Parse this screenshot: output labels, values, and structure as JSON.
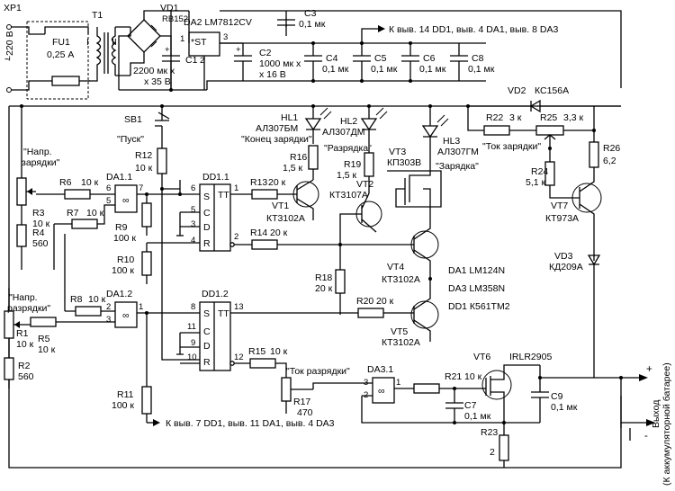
{
  "mains": {
    "connector": "XP1",
    "voltage": "~220 В"
  },
  "fuse": {
    "ref": "FU1",
    "value": "0,25 А"
  },
  "transformer": {
    "ref": "T1",
    "primary": "I",
    "secondary": "II"
  },
  "bridge": {
    "ref": "VD1",
    "part": "RB152"
  },
  "c1": {
    "ref": "C1",
    "v1": "2200 мк х",
    "v2": "х 35 В"
  },
  "regulator": {
    "ref": "DA2 LM7812CV",
    "pin1": "1",
    "pin2": "2",
    "pin3": "3",
    "label": "*ST"
  },
  "c2": {
    "ref": "C2",
    "v1": "1000 мк х",
    "v2": "х 16 В"
  },
  "c3": {
    "ref": "C3",
    "value": "0,1 мк"
  },
  "c4": {
    "ref": "C4",
    "value": "0,1 мк"
  },
  "c5": {
    "ref": "C5",
    "value": "0,1 мк"
  },
  "c6": {
    "ref": "C6",
    "value": "0,1 мк"
  },
  "c8": {
    "ref": "C8",
    "value": "0,1 мк"
  },
  "power_note": "К выв. 14 DD1, выв. 4 DA1, выв. 8 DA3",
  "ground_note": "К выв. 7 DD1, выв. 11 DA1, выв. 4 DA3",
  "vd2": {
    "ref": "VD2",
    "part": "КС156А"
  },
  "sb1": {
    "ref": "SB1",
    "label": "\"Пуск\""
  },
  "hl1": {
    "ref": "HL1",
    "part": "АЛ307БМ",
    "label": "\"Конец зарядки\""
  },
  "hl2": {
    "ref": "HL2",
    "part": "АЛ307ДМ",
    "label": "\"Разрядка\""
  },
  "hl3": {
    "ref": "HL3",
    "part": "АЛ307ГМ",
    "label": "\"Зарядка\""
  },
  "vt3": {
    "ref": "VT3",
    "part": "КП303В"
  },
  "r22": {
    "ref": "R22",
    "value": "3 к"
  },
  "r25": {
    "ref": "R25",
    "value": "3,3 к"
  },
  "tok_zar": "\"Ток зарядки\"",
  "r26": {
    "ref": "R26",
    "value": "6,2"
  },
  "r24": {
    "ref": "R24",
    "value": "5,1 к"
  },
  "vt7": {
    "ref": "VT7",
    "part": "КТ973А"
  },
  "vd3": {
    "ref": "VD3",
    "part": "КД209А"
  },
  "r12": {
    "ref": "R12",
    "value": "10 к"
  },
  "r16": {
    "ref": "R16",
    "value": "1,5 к"
  },
  "r19": {
    "ref": "R19",
    "value": "1,5 к"
  },
  "vt2": {
    "ref": "VT2",
    "part": "КТ3107А"
  },
  "dd11": {
    "ref": "DD1.1",
    "tt": "TT",
    "s": "S",
    "c": "C",
    "d": "D",
    "r": "R",
    "p6": "6",
    "p5": "5",
    "p3": "3",
    "p4": "4",
    "p1": "1",
    "p2": "2"
  },
  "dd12": {
    "ref": "DD1.2",
    "tt": "TT",
    "s": "S",
    "c": "C",
    "d": "D",
    "r": "R",
    "p8": "8",
    "p11": "11",
    "p9": "9",
    "p10": "10",
    "p13": "13",
    "p12": "12"
  },
  "da11": {
    "ref": "DA1.1",
    "sym": "∞",
    "p6": "6",
    "p5": "5",
    "p7": "7"
  },
  "da12": {
    "ref": "DA1.2",
    "sym": "∞",
    "p2": "2",
    "p3": "3",
    "p1": "1"
  },
  "da31": {
    "ref": "DA3.1",
    "sym": "∞",
    "p3": "3",
    "p2": "2",
    "p1": "1"
  },
  "napr_zar1": "\"Напр.",
  "napr_zar2": "зарядки\"",
  "napr_raz1": "\"Напр.",
  "napr_raz2": "разрядки\"",
  "r6": {
    "ref": "R6",
    "value": "10 к"
  },
  "r7": {
    "ref": "R7",
    "value": "10 к"
  },
  "r3": {
    "ref": "R3",
    "value": "10 к"
  },
  "r4": {
    "ref": "R4",
    "value": "560"
  },
  "r9": {
    "ref": "R9",
    "value": "100 к"
  },
  "r13": {
    "ref": "R13",
    "value": "20 к"
  },
  "vt1": {
    "ref": "VT1",
    "part": "КТ3102А"
  },
  "r14": {
    "ref": "R14",
    "value": "20 к"
  },
  "r10": {
    "ref": "R10",
    "value": "100 к"
  },
  "r18": {
    "ref": "R18",
    "value": "20 к"
  },
  "vt4": {
    "ref": "VT4",
    "part": "КТ3102А"
  },
  "parts_da1": "DA1  LM124N",
  "parts_da3": "DA3  LM358N",
  "parts_dd1": "DD1  К561ТМ2",
  "r8": {
    "ref": "R8",
    "value": "10 к"
  },
  "r5": {
    "ref": "R5",
    "value": "10 к"
  },
  "r1": {
    "ref": "R1",
    "value": "10 к"
  },
  "r2": {
    "ref": "R2",
    "value": "560"
  },
  "r20": {
    "ref": "R20",
    "value": "20 к"
  },
  "vt5": {
    "ref": "VT5",
    "part": "КТ3102А"
  },
  "r11": {
    "ref": "R11",
    "value": "100 к"
  },
  "r15": {
    "ref": "R15",
    "value": "10 к"
  },
  "tok_raz": "\"Ток разрядки\"",
  "r17": {
    "ref": "R17",
    "value": "470"
  },
  "r21": {
    "ref": "R21",
    "value": "10 к"
  },
  "c7": {
    "ref": "C7",
    "value": "0,1 мк"
  },
  "vt6": {
    "ref": "VT6",
    "part": "IRLR2905"
  },
  "c9": {
    "ref": "C9",
    "value": "0,1 мк"
  },
  "r23": {
    "ref": "R23",
    "value": "2"
  },
  "output": {
    "plus": "+",
    "minus": "-",
    "label1": "Выход",
    "label2": "(К аккумуляторной батарее)"
  }
}
